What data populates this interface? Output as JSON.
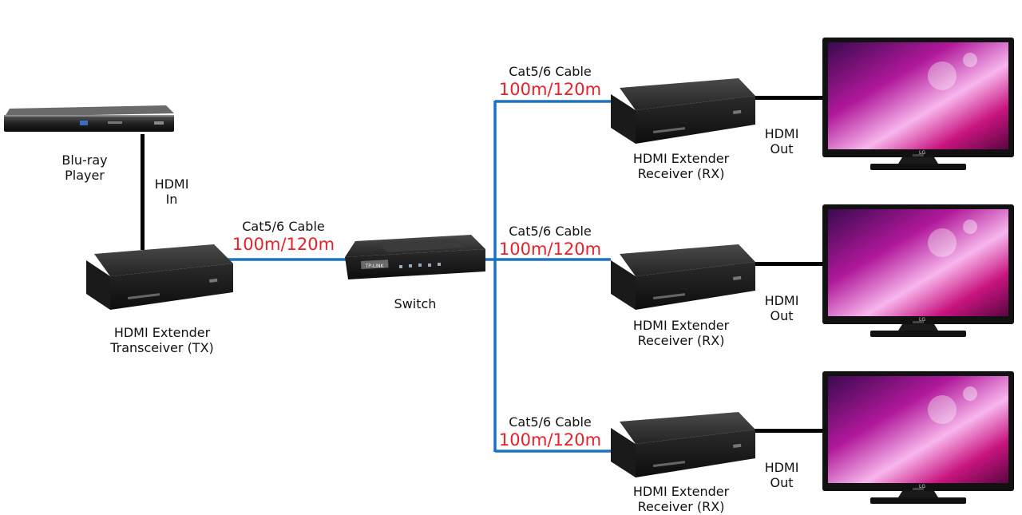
{
  "devices": {
    "bluray": {
      "line1": "Blu-ray",
      "line2": "Player"
    },
    "tx": {
      "line1": "HDMI Extender",
      "line2": "Transceiver (TX)"
    },
    "switch": {
      "label": "Switch",
      "brand": "TP-LINK"
    },
    "rx": [
      {
        "line1": "HDMI Extender",
        "line2": "Receiver (RX)"
      },
      {
        "line1": "HDMI Extender",
        "line2": "Receiver (RX)"
      },
      {
        "line1": "HDMI Extender",
        "line2": "Receiver (RX)"
      }
    ],
    "tv_brand": "LG"
  },
  "connections": {
    "hdmi_in": {
      "line1": "HDMI",
      "line2": "In"
    },
    "hdmi_out": [
      {
        "line1": "HDMI",
        "line2": "Out"
      },
      {
        "line1": "HDMI",
        "line2": "Out"
      },
      {
        "line1": "HDMI",
        "line2": "Out"
      }
    ],
    "cables": [
      {
        "type": "Cat5/6 Cable",
        "length": "100m/120m"
      },
      {
        "type": "Cat5/6 Cable",
        "length": "100m/120m"
      },
      {
        "type": "Cat5/6 Cable",
        "length": "100m/120m"
      },
      {
        "type": "Cat5/6 Cable",
        "length": "100m/120m"
      }
    ]
  },
  "colors": {
    "cat_cable": "#1f72c2",
    "hdmi_cable": "#000000",
    "length_text": "#e8202a"
  }
}
